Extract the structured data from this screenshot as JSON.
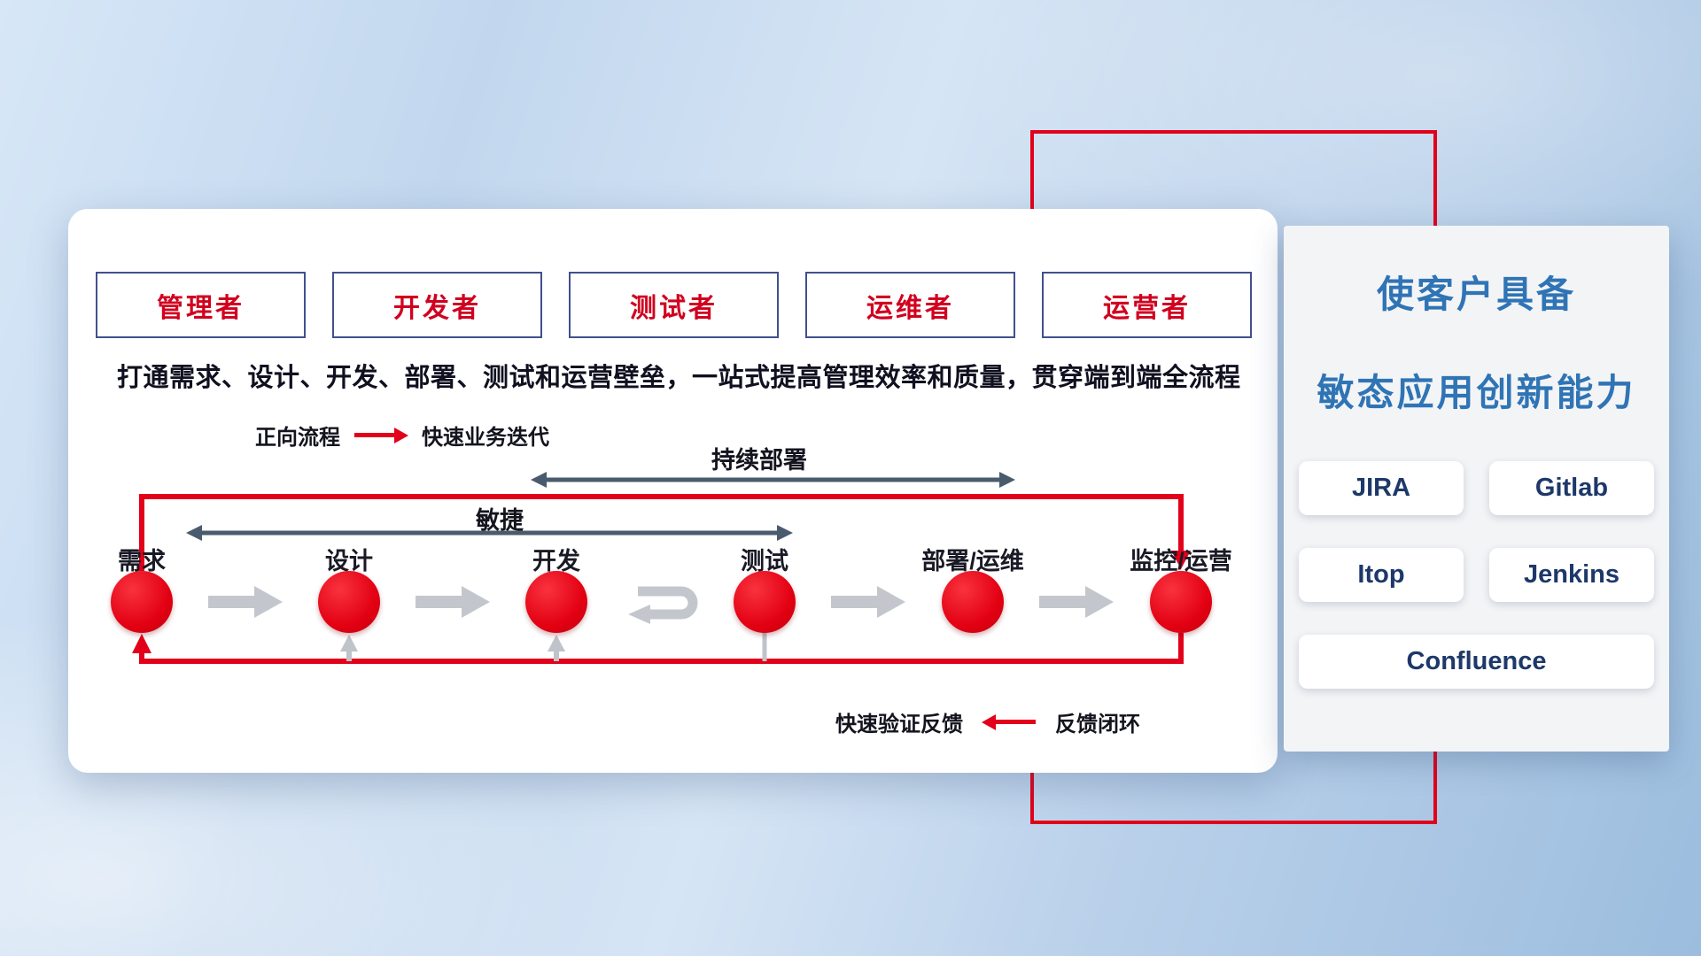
{
  "colors": {
    "red": "#e2001a",
    "navy": "#1d3869",
    "title_blue": "#2f74b5",
    "dark_arrow": "#4a5b6e",
    "light_arrow": "#c3c7cd"
  },
  "icons": {
    "forward_arrow": "red-right-arrow",
    "feedback_arrow": "red-left-arrow",
    "loop_arrow": "gray-uturn-arrow"
  },
  "main_panel": {
    "roles": [
      "管理者",
      "开发者",
      "测试者",
      "运维者",
      "运营者"
    ],
    "description": "打通需求、设计、开发、部署、测试和运营壁垒，一站式提高管理效率和质量，贯穿端到端全流程",
    "legend": {
      "forward_label": "正向流程",
      "forward_desc": "快速业务迭代"
    },
    "flow": {
      "stages": [
        "需求",
        "设计",
        "开发",
        "测试",
        "部署/运维",
        "监控/运营"
      ],
      "agile_label": "敏捷",
      "cd_label": "持续部署",
      "feedback_text": "快速验证反馈",
      "feedback_legend": "反馈闭环"
    }
  },
  "side_panel": {
    "title_line1": "使客户具备",
    "title_line2": "敏态应用创新能力",
    "tools": [
      "JIRA",
      "Gitlab",
      "Itop",
      "Jenkins",
      "Confluence"
    ]
  }
}
